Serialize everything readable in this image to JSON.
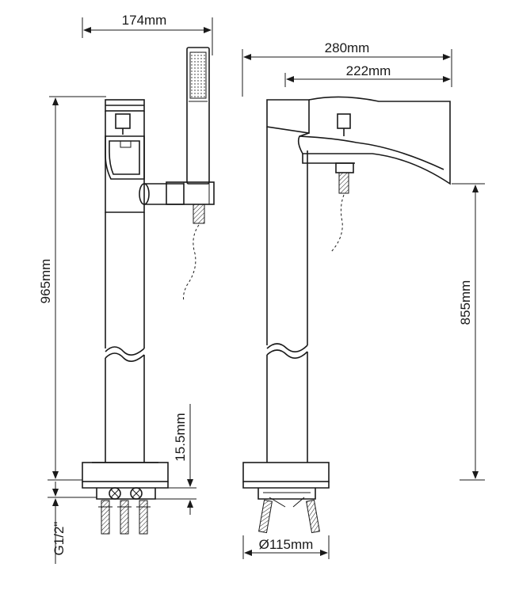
{
  "dimensions": {
    "body_width": "174mm",
    "overall_length": "280mm",
    "spout_length": "222mm",
    "total_height": "965mm",
    "spout_height": "855mm",
    "base_thickness": "15.5mm",
    "inlet_thread": "G1/2\"",
    "base_diameter": "Ø115mm"
  },
  "colors": {
    "line": "#1a1a1a",
    "background": "#ffffff"
  }
}
